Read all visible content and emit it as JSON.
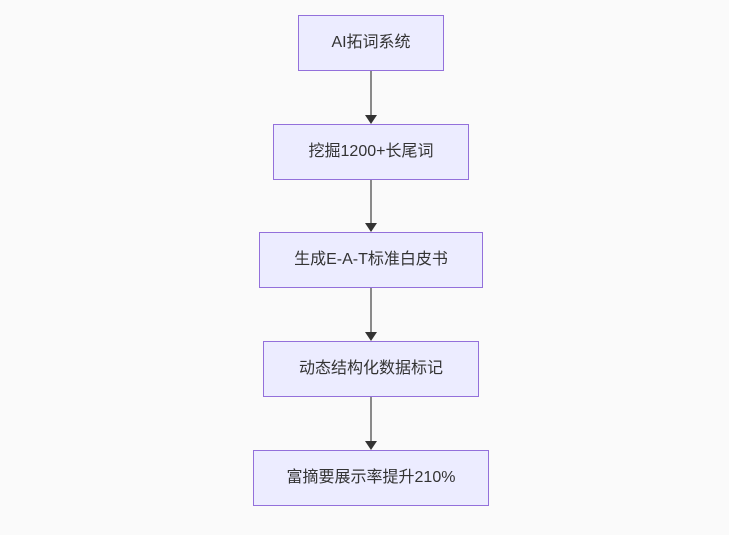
{
  "flowchart": {
    "title": "SEO AI flowchart",
    "nodes": [
      {
        "id": "n0",
        "label": "AI拓词系统"
      },
      {
        "id": "n1",
        "label": "挖掘1200+长尾词"
      },
      {
        "id": "n2",
        "label": "生成E-A-T标准白皮书"
      },
      {
        "id": "n3",
        "label": "动态结构化数据标记"
      },
      {
        "id": "n4",
        "label": "富摘要展示率提升210%"
      }
    ],
    "edges": [
      {
        "from": "n0",
        "to": "n1",
        "style": "arrow-down"
      },
      {
        "from": "n1",
        "to": "n2",
        "style": "arrow-down"
      },
      {
        "from": "n2",
        "to": "n3",
        "style": "arrow-down"
      },
      {
        "from": "n3",
        "to": "n4",
        "style": "arrow-down"
      }
    ],
    "colors": {
      "node_fill": "#ECECFF",
      "node_border": "#9370DB",
      "node_text": "#333333",
      "edge_line": "#8a8a8a",
      "edge_arrowhead": "#333333",
      "background": "#FAFAFA"
    }
  }
}
